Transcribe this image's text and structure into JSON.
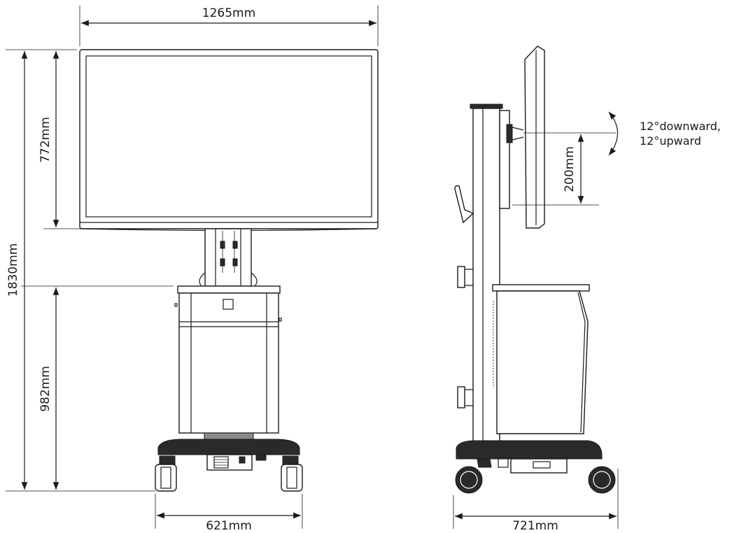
{
  "dimensions": {
    "front_width": "1265mm",
    "screen_height": "772mm",
    "total_height": "1830mm",
    "cart_height": "982mm",
    "base_width_front": "621mm",
    "side_height_adjust": "200mm",
    "base_width_side": "721mm"
  },
  "annotations": {
    "tilt_line1": "12°downward,",
    "tilt_line2": "12°upward"
  },
  "colors": {
    "line": "#1a1a1a",
    "dark_fill": "#2a2a2a",
    "background": "#ffffff"
  }
}
